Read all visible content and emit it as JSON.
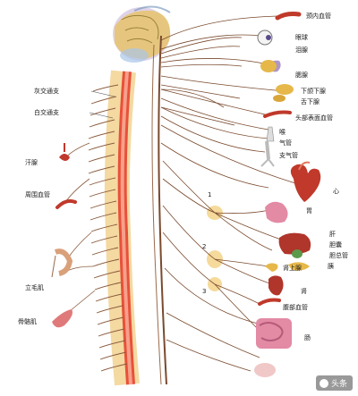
{
  "diagram": {
    "labels": {
      "label_1": "颈内血管",
      "label_2": "眼球",
      "label_3": "泪腺",
      "label_4": "腮腺",
      "label_5": "下颌下腺",
      "label_6": "舌下腺",
      "label_7": "头部表面血管",
      "label_8": "喉",
      "label_9": "气管",
      "label_10": "支气管",
      "label_11": "心",
      "label_12": "胃",
      "label_13": "肝",
      "label_14": "胆囊",
      "label_15": "胆总管",
      "label_16": "肾上腺",
      "label_17": "胰",
      "label_18": "肾",
      "label_19": "腹部血管",
      "label_20": "肠",
      "label_21": "灰交通支",
      "label_22": "白交通支",
      "label_23": "汗腺",
      "label_24": "周围血管",
      "label_25": "立毛肌",
      "label_26": "骨骼肌"
    },
    "ganglia_numbers": {
      "n1": "1",
      "n2": "2",
      "n3": "3"
    },
    "watermark": "头条"
  }
}
